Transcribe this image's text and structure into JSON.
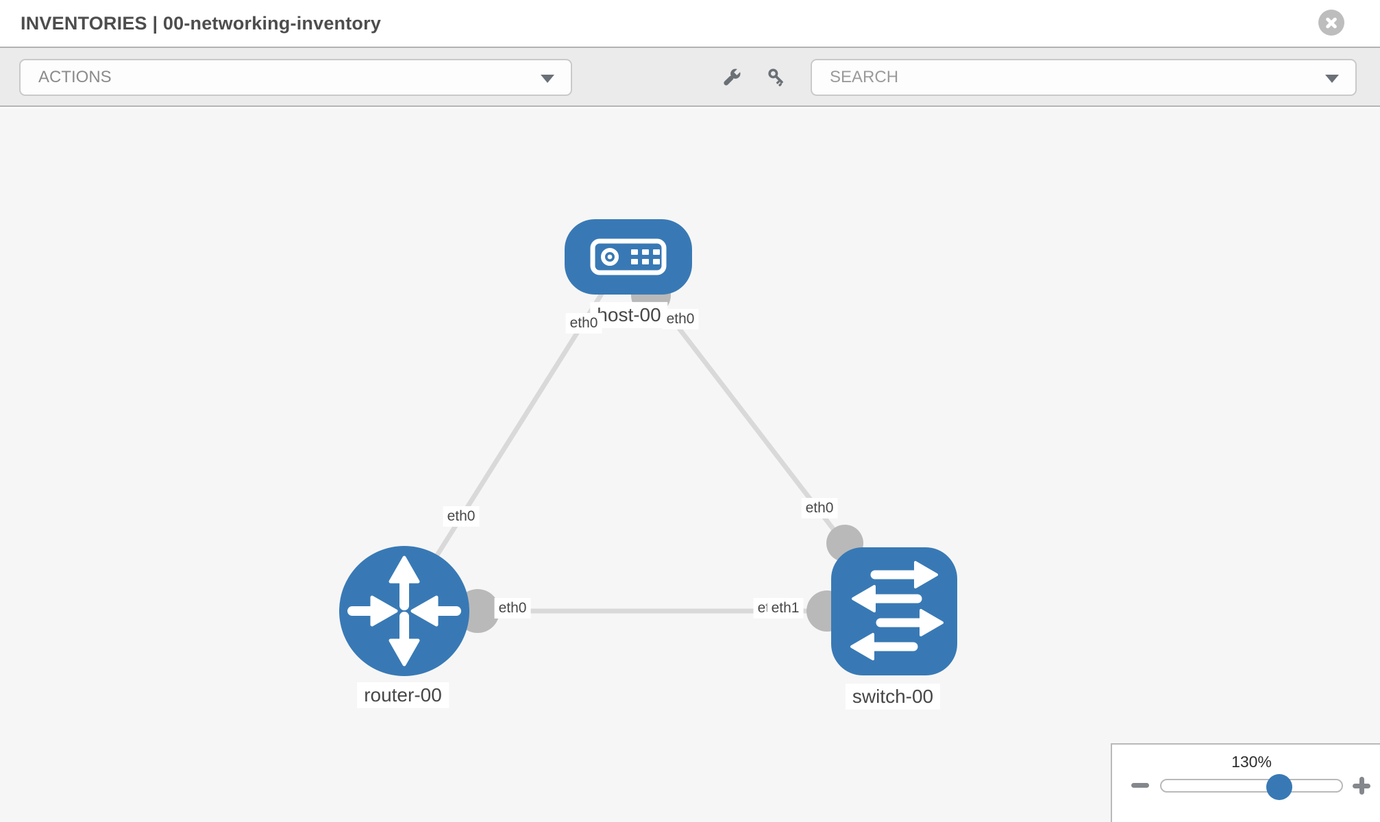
{
  "header": {
    "title": "INVENTORIES | 00-networking-inventory"
  },
  "toolbar": {
    "actions_label": "ACTIONS",
    "search_placeholder": "SEARCH"
  },
  "icons": {
    "close": "circle-x-icon",
    "wrench": "wrench-icon",
    "key": "key-icon",
    "dropdown_caret": "chevron-down-icon",
    "zoom_out": "minus-icon",
    "zoom_in": "plus-icon"
  },
  "topology": {
    "nodes": [
      {
        "id": "host-00",
        "label": "host-00",
        "type": "host",
        "shape": "rounded-rect"
      },
      {
        "id": "router-00",
        "label": "router-00",
        "type": "router",
        "shape": "circle"
      },
      {
        "id": "switch-00",
        "label": "switch-00",
        "type": "switch",
        "shape": "rounded-square"
      }
    ],
    "links": [
      {
        "from": "host-00",
        "from_port": "eth0",
        "to": "router-00",
        "to_port": "eth0"
      },
      {
        "from": "host-00",
        "from_port": "eth0",
        "to": "switch-00",
        "to_port": "eth0"
      },
      {
        "from": "router-00",
        "from_port": "eth0",
        "to": "switch-00",
        "to_port": "eth1"
      }
    ],
    "port_chips": {
      "host_to_router_near_host": "eth0",
      "host_to_switch_near_host": "eth0",
      "host_to_router_near_router": "eth0",
      "host_to_switch_near_switch": "eth0",
      "router_to_switch_near_router": "eth0",
      "router_to_switch_near_switch_under": "eth0",
      "router_to_switch_near_switch_over": "eth1"
    }
  },
  "zoom_control": {
    "level": "130%"
  },
  "colors": {
    "node_blue": "#3879b5",
    "link_gray": "#d9d9d9",
    "endpoint_gray": "#b9b9b9",
    "toolbar_bg": "#ebebeb",
    "canvas_bg": "#f6f6f6"
  }
}
